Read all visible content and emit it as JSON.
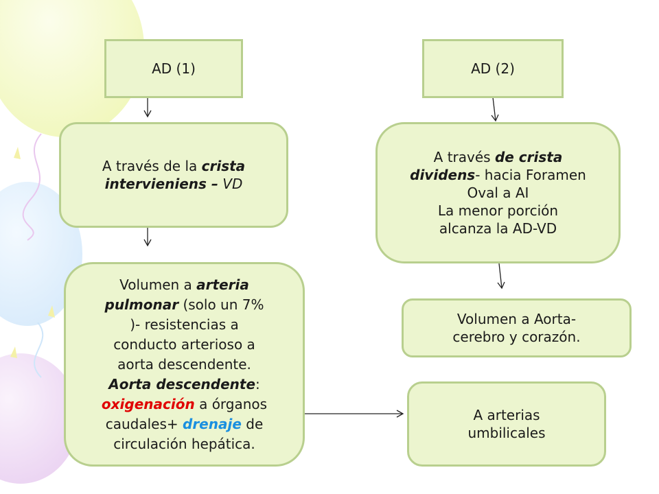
{
  "boxes": {
    "ad1": {
      "label": "AD (1)"
    },
    "ad2": {
      "label": "AD (2)"
    },
    "crista_interv": {
      "prefix": "A través de la ",
      "em1": "crista",
      "em2": "intervieniens –",
      "em3": "VD"
    },
    "crista_div": {
      "prefix": "A través ",
      "em1": "de crista",
      "em2": "dividens",
      "suffix1": "- hacia Foramen",
      "line3": "Oval  a AI",
      "line4": "La menor porción",
      "line5": "alcanza la AD-VD"
    },
    "volumen_pulmonar": {
      "prefix": "Volumen a ",
      "em1": "arteria",
      "em2": "pulmonar",
      "suffix1": " (solo  un 7%",
      "line3": ")- resistencias a",
      "line4": "conducto arterioso a",
      "line5": "aorta descendente.",
      "em3": "Aorta descendente",
      "colon": ":",
      "red": "oxigenación",
      "suffix2": " a órganos",
      "line7a": "caudales+ ",
      "blue": "drenaje",
      "suffix3": " de",
      "line8": "circulación hepática."
    },
    "volumen_aorta": {
      "line1": "Volumen a Aorta-",
      "line2": "cerebro y corazón."
    },
    "umbilicales": {
      "line1": "A arterias",
      "line2": "umbilicales"
    }
  },
  "colors": {
    "box_fill": "#ecf5cf",
    "box_border": "#b8cf8e",
    "highlight_red": "#e00000",
    "highlight_blue": "#1a8fe0"
  }
}
